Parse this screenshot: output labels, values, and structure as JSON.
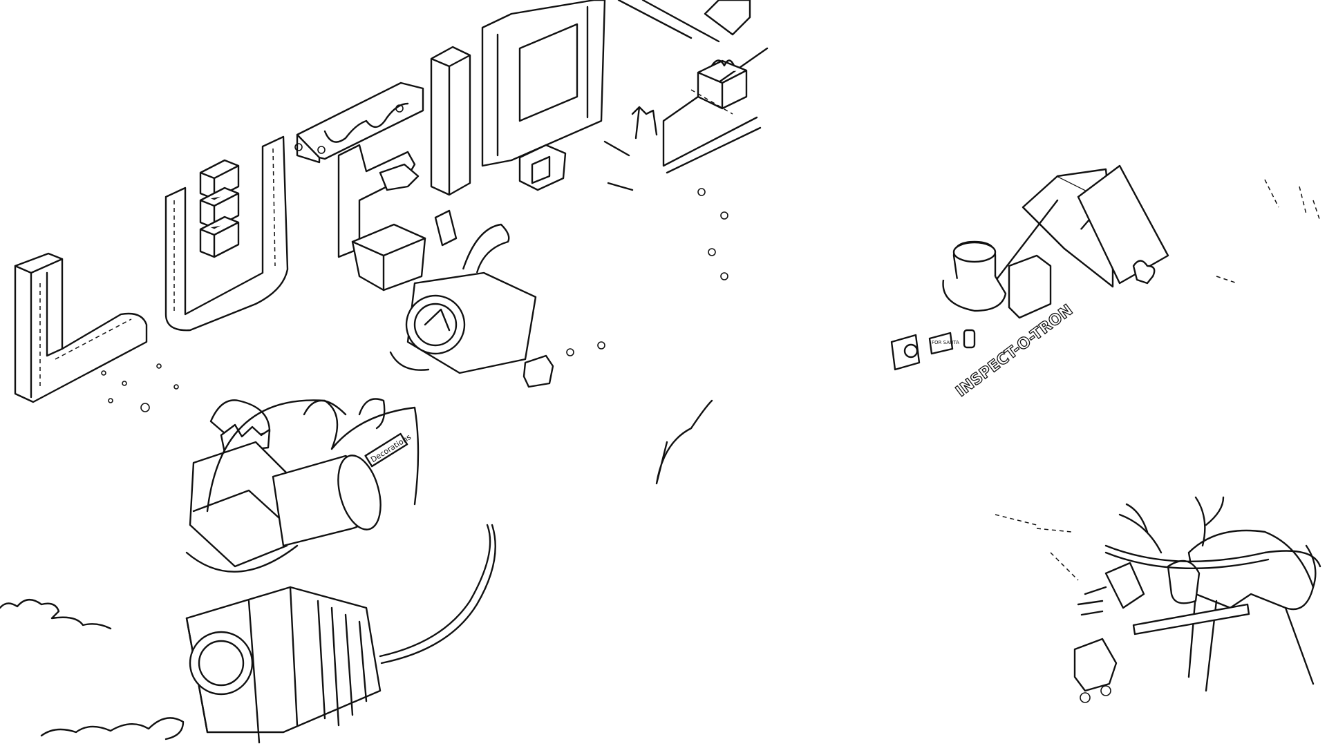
{
  "logo": {
    "text": "LUCID"
  },
  "labels": {
    "inspector": "INSPECT-O-TRON",
    "box_tag": "Decorations",
    "sign": "FOR SANTA"
  },
  "colors": {
    "ink": "#111111",
    "background": "#ffffff"
  }
}
